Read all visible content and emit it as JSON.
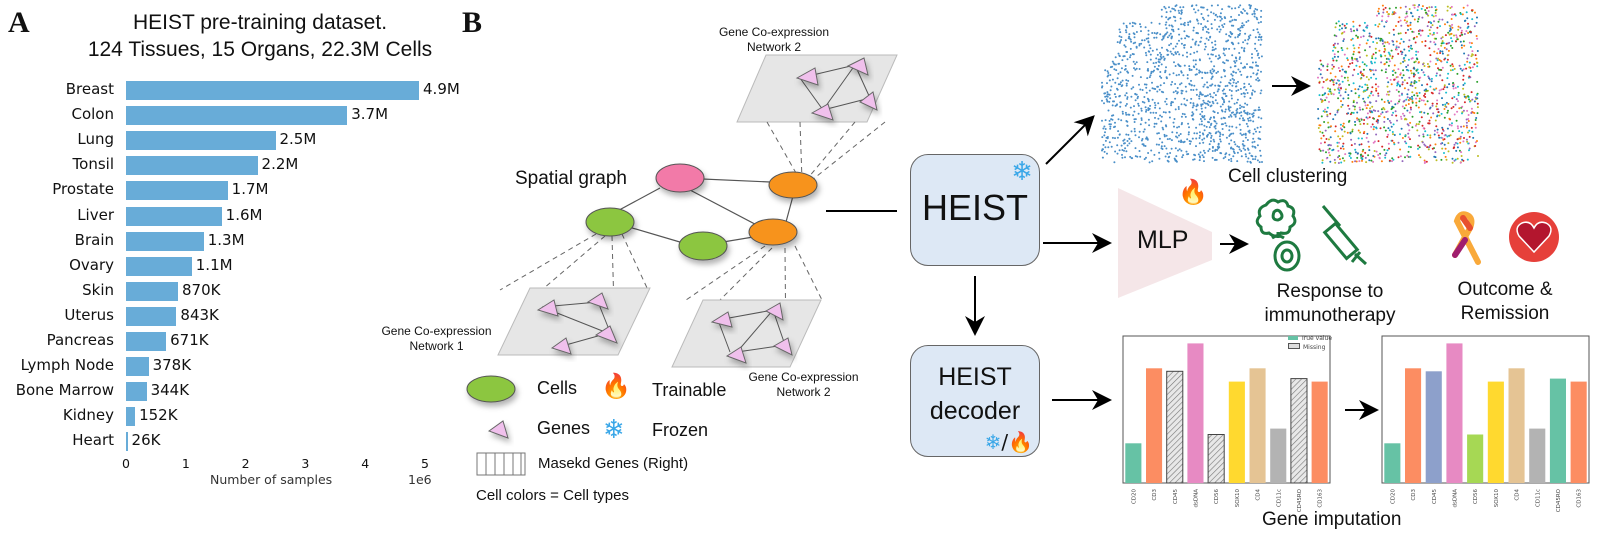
{
  "panel_a": {
    "letter": "A",
    "title_line1": "HEIST pre-training dataset.",
    "title_line2": "124 Tissues, 15 Organs, 22.3M Cells"
  },
  "panel_b": {
    "letter": "B",
    "spatial_graph_label": "Spatial graph",
    "network_top_label_line1": "Gene Co-expression",
    "network_top_label_line2": "Network 2",
    "network1_label_line1": "Gene Co-expression",
    "network1_label_line2": "Network 1",
    "network2_label_line1": "Gene Co-expression",
    "network2_label_line2": "Network 2",
    "legend": {
      "cells": "Cells",
      "genes": "Genes",
      "trainable": "Trainable",
      "frozen": "Frozen",
      "masked": "Masekd Genes (Right)",
      "cell_colors": "Cell colors = Cell types"
    },
    "heist_label": "HEIST",
    "heist_decoder_line1": "HEIST",
    "heist_decoder_line2": "decoder",
    "mlp_label": "MLP",
    "cell_clustering_label": "Cell clustering",
    "response_line1": "Response to",
    "response_line2": "immunotherapy",
    "outcome_line1": "Outcome &",
    "outcome_line2": "Remission",
    "gene_imputation_label": "Gene imputation",
    "gene_chart_legend": {
      "true_value": "True value",
      "missing": "Missing"
    },
    "icons": {
      "frozen": "snowflake-icon",
      "trainable": "flame-icon",
      "ribbon": "awareness-ribbon-icon",
      "heart": "heart-icon",
      "cell": "immune-cell-icon",
      "syringe": "syringe-icon"
    },
    "colors": {
      "cell_green": "#8cc63f",
      "cell_pink": "#f27aa8",
      "cell_orange": "#f7931e",
      "gene_pink": "#f0c0ec",
      "heist_box": "#dde8f5",
      "mlp_fill": "#f5e6e8",
      "icon_green": "#1e7a40",
      "scatter_blue": "#4a8fc8"
    }
  },
  "chart_data": [
    {
      "type": "bar",
      "orientation": "horizontal",
      "title": "HEIST pre-training dataset. 124 Tissues, 15 Organs, 22.3M Cells",
      "categories": [
        "Breast",
        "Colon",
        "Lung",
        "Tonsil",
        "Prostate",
        "Liver",
        "Brain",
        "Ovary",
        "Skin",
        "Uterus",
        "Pancreas",
        "Lymph Node",
        "Bone Marrow",
        "Kidney",
        "Heart"
      ],
      "values": [
        4900000,
        3700000,
        2500000,
        2200000,
        1700000,
        1600000,
        1300000,
        1100000,
        870000,
        843000,
        671000,
        378000,
        344000,
        152000,
        26000
      ],
      "data_labels": [
        "4.9M",
        "3.7M",
        "2.5M",
        "2.2M",
        "1.7M",
        "1.6M",
        "1.3M",
        "1.1M",
        "870K",
        "843K",
        "671K",
        "378K",
        "344K",
        "152K",
        "26K"
      ],
      "xlabel": "Number of samples",
      "x_scale_label": "1e6",
      "xticks": [
        "0",
        "1",
        "2",
        "3",
        "4",
        "5"
      ],
      "xlim": [
        0,
        5000000
      ],
      "bar_color": "#68acd8",
      "grid": false
    },
    {
      "type": "bar",
      "title": "Gene imputation (input, with missing)",
      "categories": [
        "CD20",
        "CD3",
        "CD45",
        "dsDNA",
        "CD56",
        "SOX10",
        "CD4",
        "CD11c",
        "CD45RO",
        "CD163"
      ],
      "values": [
        0.27,
        0.78,
        0.76,
        0.95,
        0.33,
        0.69,
        0.78,
        0.37,
        0.71,
        0.69
      ],
      "missing": [
        false,
        false,
        true,
        false,
        true,
        false,
        false,
        false,
        true,
        false
      ],
      "colors": [
        "#66c2a5",
        "#fc8d62",
        "#hatch",
        "#e78ac3",
        "#hatch",
        "#ffd92f",
        "#e5c494",
        "#b3b3b3",
        "#hatch",
        "#fc8d62"
      ],
      "legend": [
        "True value",
        "Missing"
      ],
      "legend_position": "top-right",
      "ylim": [
        0,
        1
      ]
    },
    {
      "type": "bar",
      "title": "Gene imputation (imputed)",
      "categories": [
        "CD20",
        "CD3",
        "CD45",
        "dsDNA",
        "CD56",
        "SOX10",
        "CD4",
        "CD11c",
        "CD45RO",
        "CD163"
      ],
      "values": [
        0.27,
        0.78,
        0.76,
        0.95,
        0.33,
        0.69,
        0.78,
        0.37,
        0.71,
        0.69
      ],
      "colors": [
        "#66c2a5",
        "#fc8d62",
        "#8da0cb",
        "#e78ac3",
        "#a6d854",
        "#ffd92f",
        "#e5c494",
        "#b3b3b3",
        "#66c2a5",
        "#fc8d62"
      ],
      "ylim": [
        0,
        1
      ]
    }
  ]
}
